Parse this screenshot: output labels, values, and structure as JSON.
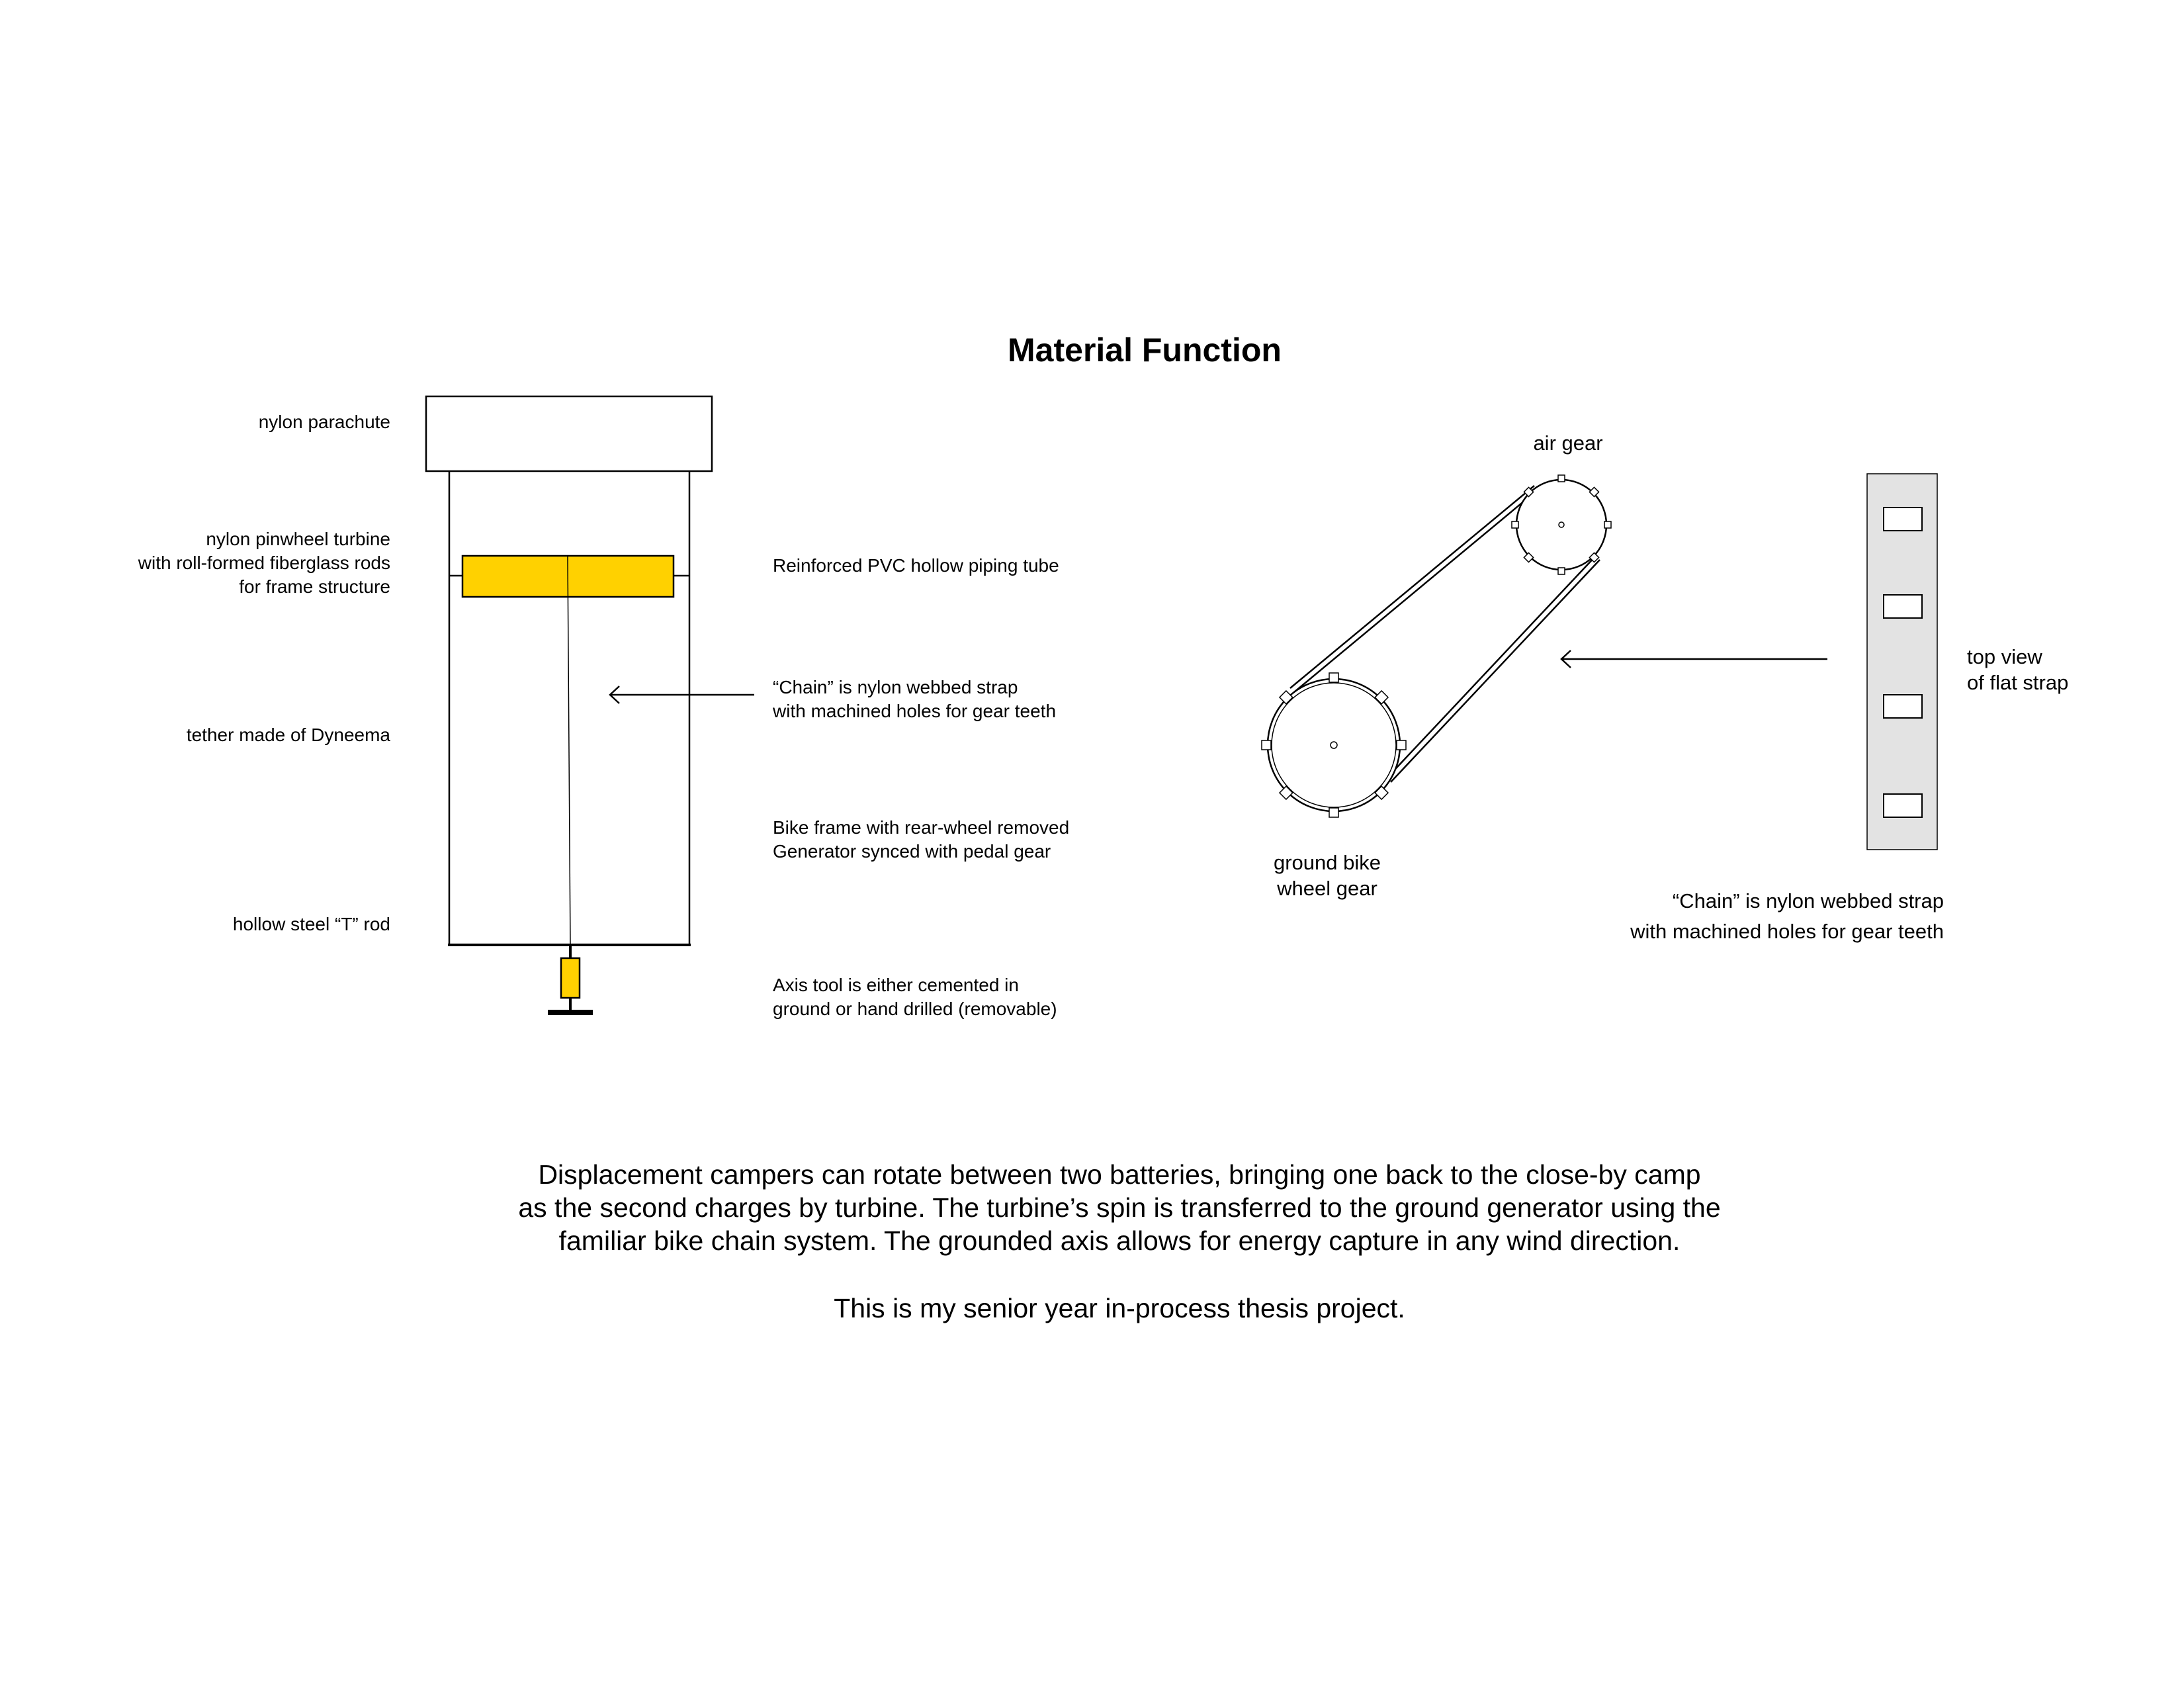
{
  "title": "Material Function",
  "colors": {
    "turbine": "#FFD100",
    "strap": "#E3E3E3",
    "stroke": "#000000"
  },
  "left_labels": {
    "parachute": "nylon parachute",
    "turbine": [
      "nylon pinwheel turbine",
      "with roll-formed fiberglass rods",
      "for frame structure"
    ],
    "tether": "tether made of Dyneema",
    "t_rod": "hollow steel “T” rod"
  },
  "right_labels": {
    "pvc": "Reinforced PVC hollow piping tube",
    "chain": [
      "“Chain” is nylon webbed strap",
      "with machined holes for gear teeth"
    ],
    "bike": [
      "Bike frame with rear-wheel removed",
      "Generator synced with pedal gear"
    ],
    "axis": [
      "Axis tool is either cemented in",
      "ground or hand drilled (removable)"
    ]
  },
  "gear_labels": {
    "air_gear": "air gear",
    "ground_gear": [
      "ground bike",
      "wheel gear"
    ],
    "top_view": [
      "top view",
      "of flat strap"
    ],
    "strap_note": [
      "“Chain” is nylon webbed strap",
      "with machined holes for gear teeth"
    ]
  },
  "description": [
    "Displacement campers can rotate between two batteries, bringing one back to the close-by camp",
    "as the second charges by turbine. The turbine’s spin is transferred to the ground generator using the",
    "familiar bike chain system. The grounded axis allows for energy capture in any wind direction."
  ],
  "note": "This is my senior year in-process thesis project."
}
